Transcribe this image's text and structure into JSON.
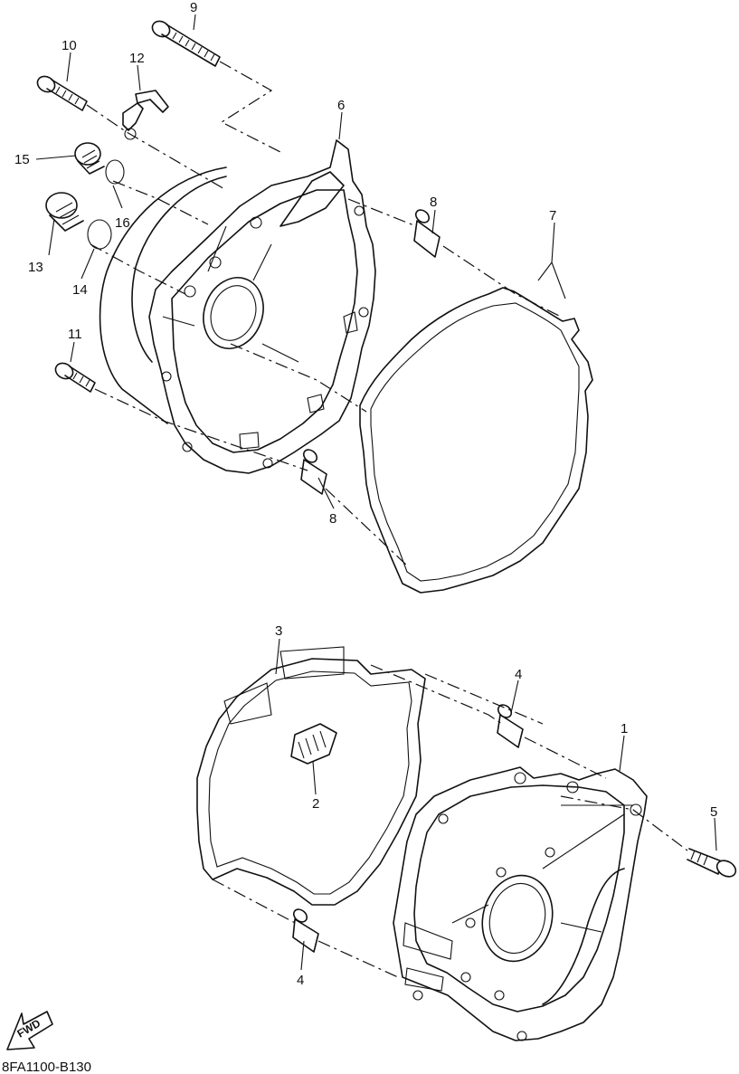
{
  "callouts": {
    "c1": "1",
    "c2": "2",
    "c3": "3",
    "c4a": "4",
    "c4b": "4",
    "c5": "5",
    "c6": "6",
    "c7": "7",
    "c8a": "8",
    "c8b": "8",
    "c9": "9",
    "c10": "10",
    "c11": "11",
    "c12": "12",
    "c13": "13",
    "c14": "14",
    "c15": "15",
    "c16": "16"
  },
  "fwd_label": "FWD",
  "diagram_code": "8FA1100-B130"
}
